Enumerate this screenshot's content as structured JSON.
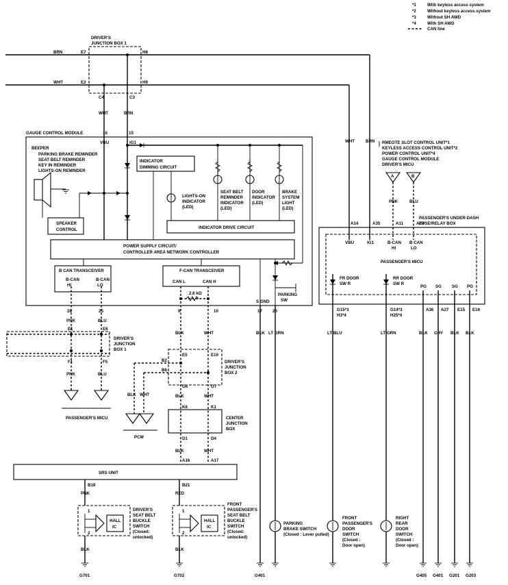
{
  "legend": {
    "note1": "With keyless access system",
    "note2": "Without keyless access system",
    "note3": "Without SH AWD",
    "note4": "With SH AWD",
    "can_line": "CAN line",
    "m1": "*1",
    "m2": "*2",
    "m3": "*3",
    "m4": "*4"
  },
  "wires": {
    "brn": "BRN",
    "wht": "WHT",
    "blk": "BLK",
    "pnk": "PNK",
    "blu": "BLU",
    "red": "RED",
    "gry": "GRY",
    "ltgrn": "LT GRN",
    "ltblu": "LT BLU"
  },
  "jb1_top": {
    "title1": "DRIVER'S",
    "title2": "JUNCTION BOX 1",
    "e7": "E7",
    "h8": "H8",
    "e2": "E2",
    "h9": "H9",
    "c4": "C4",
    "c3": "C3"
  },
  "gcm": {
    "title": "GAUGE CONTROL MODULE",
    "t16": "16",
    "t15": "15",
    "vbu": "VBU",
    "ig1": "IG1",
    "beeper": "BEEPER",
    "b1": "PARKING BRAKE REMINDER",
    "b2": "SEAT BELT REMINDER",
    "b3": "KEY IN REMINDER",
    "b4": "LIGHTS-ON REMINDER",
    "dim1": "INDICATOR",
    "dim2": "DIMMING CIRCUIT",
    "sp1": "SPEAKER",
    "sp2": "CONTROL",
    "l_lights": [
      "LIGHTS-ON",
      "INDICATOR",
      "(LED)"
    ],
    "l_seat": [
      "SEAT BELT",
      "REMINDER",
      "INDICATOR",
      "(LED)"
    ],
    "l_door": [
      "DOOR",
      "INDICATOR",
      "(LED)"
    ],
    "l_brake": [
      "BRAKE",
      "SYSTEM",
      "LIGHT",
      "(LED)"
    ],
    "idc": "INDICATOR DRIVE CIRCUIT",
    "psc1": "POWER SUPPLY CIRCUIT/",
    "psc2": "CONTROLLER AREA NETWORK CONTROLLER",
    "bcan_t": "B CAN TRANSCEIVER",
    "bcanhi": [
      "B-CAN",
      "HI"
    ],
    "bcanlo": [
      "B-CAN",
      "LO"
    ],
    "fcan_t": "F-CAN TRANSCEIVER",
    "canl": "CAN L",
    "canh": "CAN H",
    "res": "2.6 kΩ",
    "pk1": "PARKING",
    "pk2": "SW",
    "sgnd": "S GND",
    "t28": "28",
    "t25": "25",
    "t9": "9",
    "t10": "10",
    "t17": "17",
    "t20": "20"
  },
  "jb1_bot": {
    "title": [
      "DRIVER'S",
      "JUNCTION",
      "BOX 1"
    ],
    "e1": "E1",
    "e6": "E6",
    "f1": "F1",
    "f5": "F5",
    "micu": "PASSENGER'S MICU"
  },
  "jb2": {
    "title": [
      "DRIVER'S",
      "JUNCTION",
      "BOX 2"
    ],
    "e5": "E5",
    "e10": "E10",
    "b2": "B2",
    "b6": "B6",
    "g6": "G6",
    "g7": "G7",
    "pcm": "PCM"
  },
  "cjb": {
    "title": [
      "CENTER",
      "JUNCTION",
      "BOX"
    ],
    "k6": "K6",
    "k1": "K1",
    "d1": "D1",
    "d4": "D4"
  },
  "srs": {
    "title": "SRS UNIT",
    "a16": "A16",
    "a17": "A17",
    "b19": "B19",
    "b21": "B21"
  },
  "sw_drv": {
    "title": [
      "DRIVER'S",
      "SEAT BELT",
      "BUCKLE",
      "SWITCH",
      "(Closed:",
      "unlocked)"
    ],
    "hall": [
      "HALL",
      "IC"
    ],
    "p1": "1",
    "p2": "2",
    "g": "G701"
  },
  "sw_pass": {
    "title": [
      "FRONT",
      "PASSENGER'S",
      "SEAT BELT",
      "BUCKLE",
      "SWITCH",
      "(Closed:",
      "unlocked)"
    ],
    "hall": [
      "HALL",
      "IC"
    ],
    "p1": "1",
    "p2": "2",
    "g": "G702"
  },
  "right": {
    "units": [
      "RMEOTE SLOT CONTROL UNIT*1",
      "KEYLESS ACCESS CONTROL UNIT*2",
      "POWER CONTROL UNIT*4",
      "GAUGE CONTROL MODULE",
      "DRIVER'S MICU"
    ],
    "a": "A",
    "b": "B",
    "box_title": [
      "PASSENGER'S UNDER-DASH",
      "FUSE/RELAY BOX"
    ],
    "a14": "A14",
    "a35": "A35",
    "a11": "A11",
    "a29": "A29",
    "vbu": "VBU",
    "ig1": "IG1",
    "bcanhi": [
      "B-CAN",
      "HI"
    ],
    "bcanlo": [
      "B CAN",
      "LO"
    ],
    "micu": "PASSENGER'S MICU",
    "fr": [
      "FR DOOR",
      "SW R"
    ],
    "rr": [
      "RR DOOR",
      "SW R"
    ],
    "pg": "PG",
    "sg": "SG",
    "g15": "G15*3",
    "h3": "H3*4",
    "g14": "G14*3",
    "h25": "H25*4",
    "a36": "A36",
    "a27": "A27",
    "e15": "E15",
    "e16": "E16"
  },
  "switches": {
    "pb": [
      "PARKING",
      "BRAKE SWITCH",
      "(Closed : Lever pulled)"
    ],
    "fp": [
      "FRONT",
      "PASSENGER'S",
      "DOOR",
      "SWITCH",
      "(Closed :",
      "Door open)"
    ],
    "rr": [
      "RIGHT",
      "REAR",
      "DOOR",
      "SWITCH",
      "(Closed :",
      "Door open)"
    ]
  },
  "grounds": [
    "G401",
    "G405",
    "G401",
    "G201",
    "G203"
  ]
}
